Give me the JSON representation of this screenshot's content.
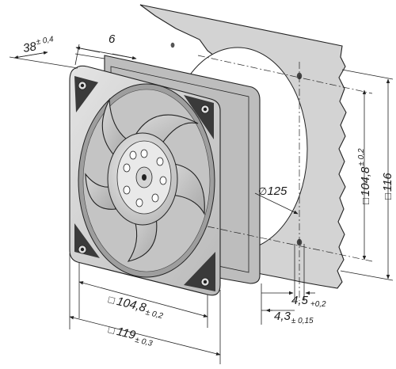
{
  "dimensions": {
    "depth": {
      "value": "38",
      "tolerance": "± 0,4"
    },
    "flange": {
      "value": "6"
    },
    "cutout_diameter": {
      "symbol": "∅",
      "value": "125"
    },
    "hole_spacing_vertical": {
      "symbol": "□",
      "value": "104,8",
      "tolerance": "± 0,2"
    },
    "frame_height": {
      "symbol": "□",
      "value": "116"
    },
    "hole_spacing_horizontal": {
      "symbol": "□",
      "value": "104,8",
      "tolerance": "± 0,2"
    },
    "frame_width": {
      "symbol": "□",
      "value": "119",
      "tolerance": "± 0,3"
    },
    "hole_diameter_front": {
      "value": "4,5",
      "tolerance": "+0,2"
    },
    "hole_diameter_rear": {
      "value": "4,3",
      "tolerance": "± 0,15"
    }
  },
  "colors": {
    "panel": "#d2d2d2",
    "frame": "#d9d9d9",
    "frame_dark": "#a8a8a8",
    "blade": "#c8c8c8",
    "hub": "#e6e6e6",
    "ink": "#222222"
  }
}
